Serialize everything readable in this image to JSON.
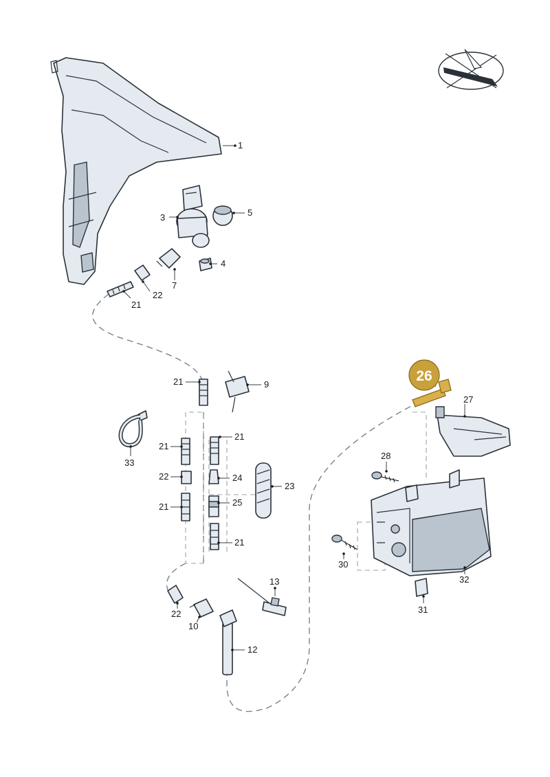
{
  "highlight": {
    "part": "26",
    "badge_color": "#c9a13b",
    "part_color": "#d9b04c"
  },
  "labels": {
    "p1": "1",
    "p3": "3",
    "p4": "4",
    "p5": "5",
    "p7": "7",
    "p9": "9",
    "p10": "10",
    "p12": "12",
    "p13": "13",
    "p21a": "21",
    "p21b": "21",
    "p21c": "21",
    "p21d": "21",
    "p21e": "21",
    "p21f": "21",
    "p22a": "22",
    "p22b": "22",
    "p22c": "22",
    "p23": "23",
    "p24": "24",
    "p25": "25",
    "p27": "27",
    "p28": "28",
    "p30": "30",
    "p31": "31",
    "p32": "32",
    "p33": "33"
  },
  "icons": {
    "orientation": "vehicle-orientation-icon"
  }
}
